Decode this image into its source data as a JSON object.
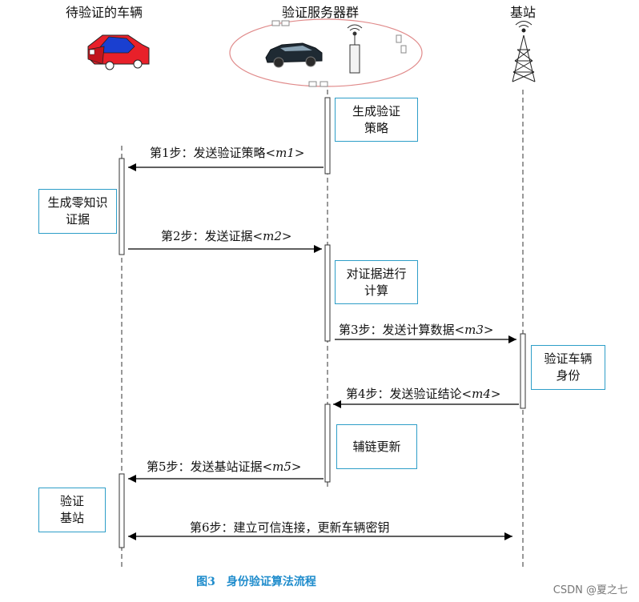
{
  "actors": [
    {
      "id": "vehicle",
      "title": "待验证的车辆"
    },
    {
      "id": "server",
      "title": "验证服务器群"
    },
    {
      "id": "base",
      "title": "基站"
    }
  ],
  "process_boxes": [
    {
      "id": "gen-strategy",
      "lines": [
        "生成验证",
        "策略"
      ]
    },
    {
      "id": "gen-zk-proof",
      "lines": [
        "生成零知识",
        "证据"
      ]
    },
    {
      "id": "compute-proof",
      "lines": [
        "对证据进行",
        "计算"
      ]
    },
    {
      "id": "verify-vehicle",
      "lines": [
        "验证车辆",
        "身份"
      ]
    },
    {
      "id": "aux-chain-update",
      "lines": [
        "辅链更新"
      ]
    },
    {
      "id": "verify-base",
      "lines": [
        "验证",
        "基站"
      ]
    }
  ],
  "messages": [
    {
      "id": "step1",
      "text": "第1步：发送验证策略",
      "param": "m1"
    },
    {
      "id": "step2",
      "text": "第2步：发送证据",
      "param": "m2"
    },
    {
      "id": "step3",
      "text": "第3步：发送计算数据",
      "param": "m3"
    },
    {
      "id": "step4",
      "text": "第4步：发送验证结论",
      "param": "m4"
    },
    {
      "id": "step5",
      "text": "第5步：发送基站证据",
      "param": "m5"
    },
    {
      "id": "step6",
      "text": "第6步：建立可信连接，更新车辆密钥",
      "param": ""
    }
  ],
  "caption": "图3　身份验证算法流程",
  "watermark": "CSDN @夏之七",
  "colors": {
    "box_border": "#2e9ec8",
    "caption": "#1f8ccc",
    "car_body": "#e8202a",
    "car_stripe": "#1a3fd0"
  },
  "icons": [
    "car-icon",
    "server-car-icon",
    "antenna-icon",
    "tower-icon"
  ]
}
